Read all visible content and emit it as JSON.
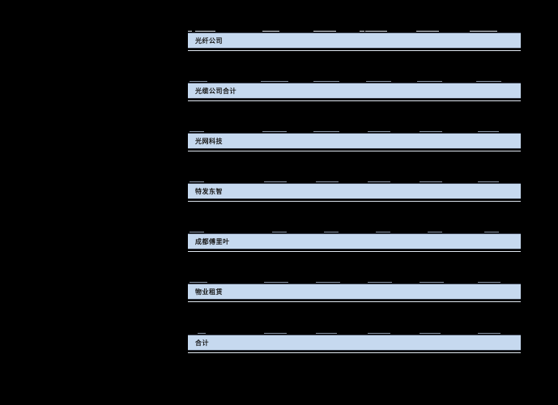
{
  "document": {
    "background": "#000000",
    "band_color": "#c6d9ef"
  },
  "sections": [
    {
      "label": "光纤公司"
    },
    {
      "label": "光缆公司合计"
    },
    {
      "label": "光网科技"
    },
    {
      "label": "特发东智"
    },
    {
      "label": "成都傅里叶"
    },
    {
      "label": "物业租赁"
    },
    {
      "label": "合计"
    }
  ]
}
